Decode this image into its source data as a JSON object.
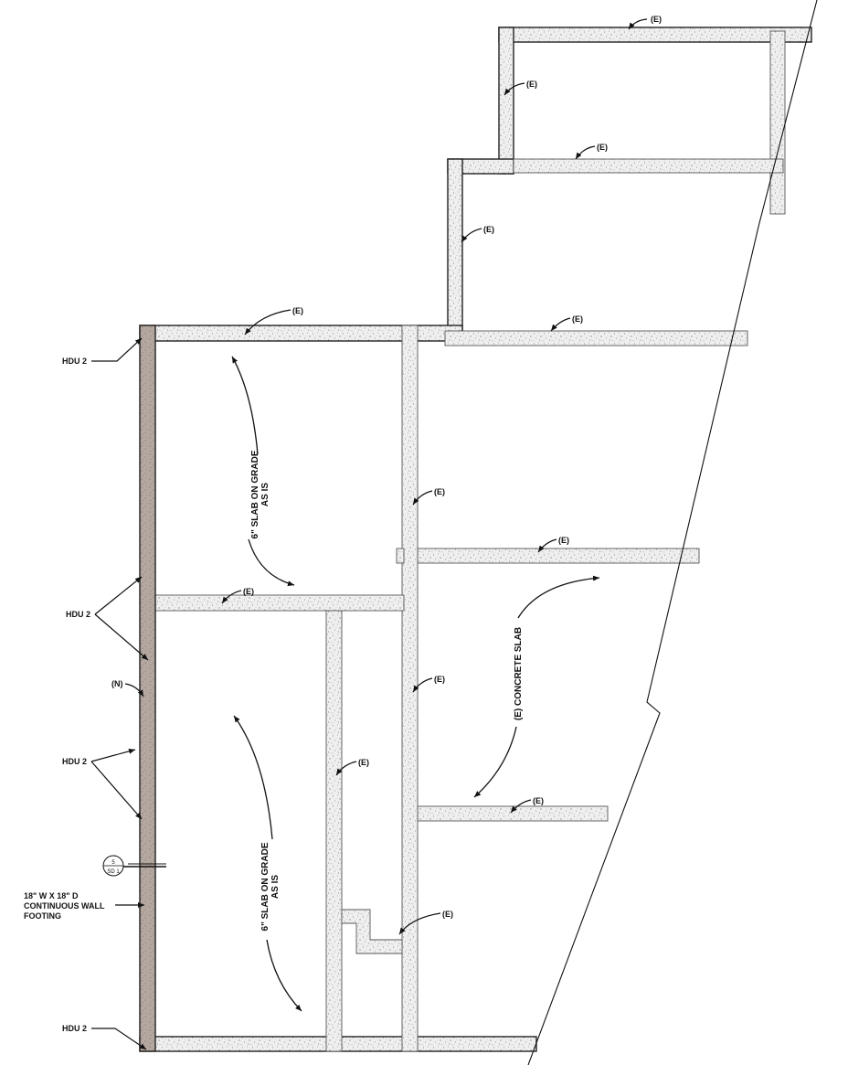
{
  "labels": {
    "existing": "(E)",
    "new": "(N)",
    "hdu": "HDU 2",
    "slab_top_line1": "6\" SLAB ON GRADE",
    "slab_top_line2": "AS IS",
    "slab_bottom_line1": "6\" SLAB ON GRADE",
    "slab_bottom_line2": "AS IS",
    "concrete_slab": "(E) CONCRETE SLAB",
    "footing_line1": "18\" W X 18\" D",
    "footing_line2": "CONTINUOUS WALL",
    "footing_line3": "FOOTING",
    "section_number": "5",
    "section_sheet": "SD 1"
  },
  "colors": {
    "existing_wall": "#efefef",
    "new_wall": "#b3a79f",
    "speckle": "#777777",
    "line": "#111111"
  }
}
